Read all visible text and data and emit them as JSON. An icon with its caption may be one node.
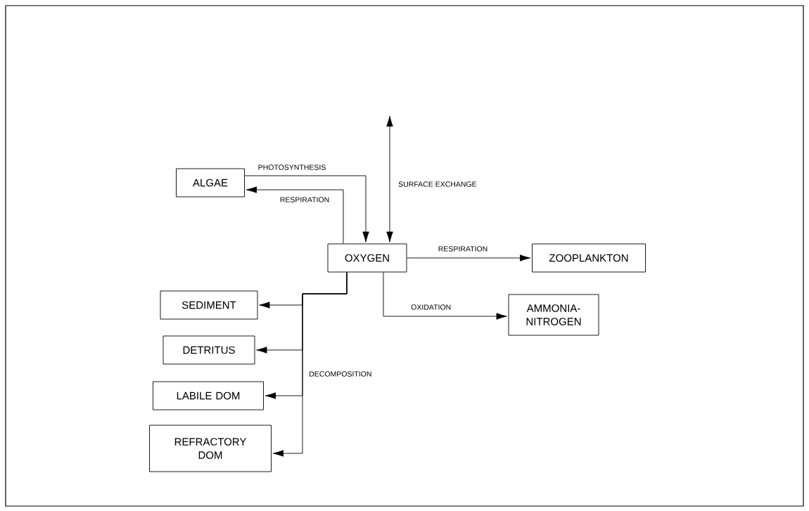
{
  "diagram": {
    "nodes": [
      {
        "text": [
          "ALGAE"
        ]
      },
      {
        "text": [
          "OXYGEN"
        ]
      },
      {
        "text": [
          "ZOOPLANKTON"
        ]
      },
      {
        "text": [
          "SEDIMENT"
        ]
      },
      {
        "text": [
          "DETRITUS"
        ]
      },
      {
        "text": [
          "LABILE DOM"
        ]
      },
      {
        "text": [
          "REFRACTORY DOM"
        ]
      },
      {
        "text": [
          "AMMONIA-NITROGEN"
        ]
      }
    ],
    "edges": [
      {
        "from": 0,
        "to": 1,
        "arrow": "to",
        "label": "PHOTOSYNTHESIS"
      },
      {
        "from": 1,
        "to": 0,
        "arrow": "to",
        "label": "RESPIRATION"
      },
      {
        "from": null,
        "to": 1,
        "arrow": "both",
        "label": "SURFACE EXCHANGE"
      },
      {
        "from": 1,
        "to": 2,
        "arrow": "to",
        "label": "RESPIRATION"
      },
      {
        "from": 1,
        "to": 7,
        "arrow": "to",
        "label": "OXIDATION"
      },
      {
        "from": 1,
        "to": 3,
        "arrow": "to"
      },
      {
        "from": 1,
        "to": 4,
        "arrow": "to"
      },
      {
        "from": 1,
        "to": 5,
        "arrow": "to"
      },
      {
        "from": 1,
        "to": 6,
        "arrow": "to",
        "label": "DECOMPOSITION"
      }
    ]
  }
}
